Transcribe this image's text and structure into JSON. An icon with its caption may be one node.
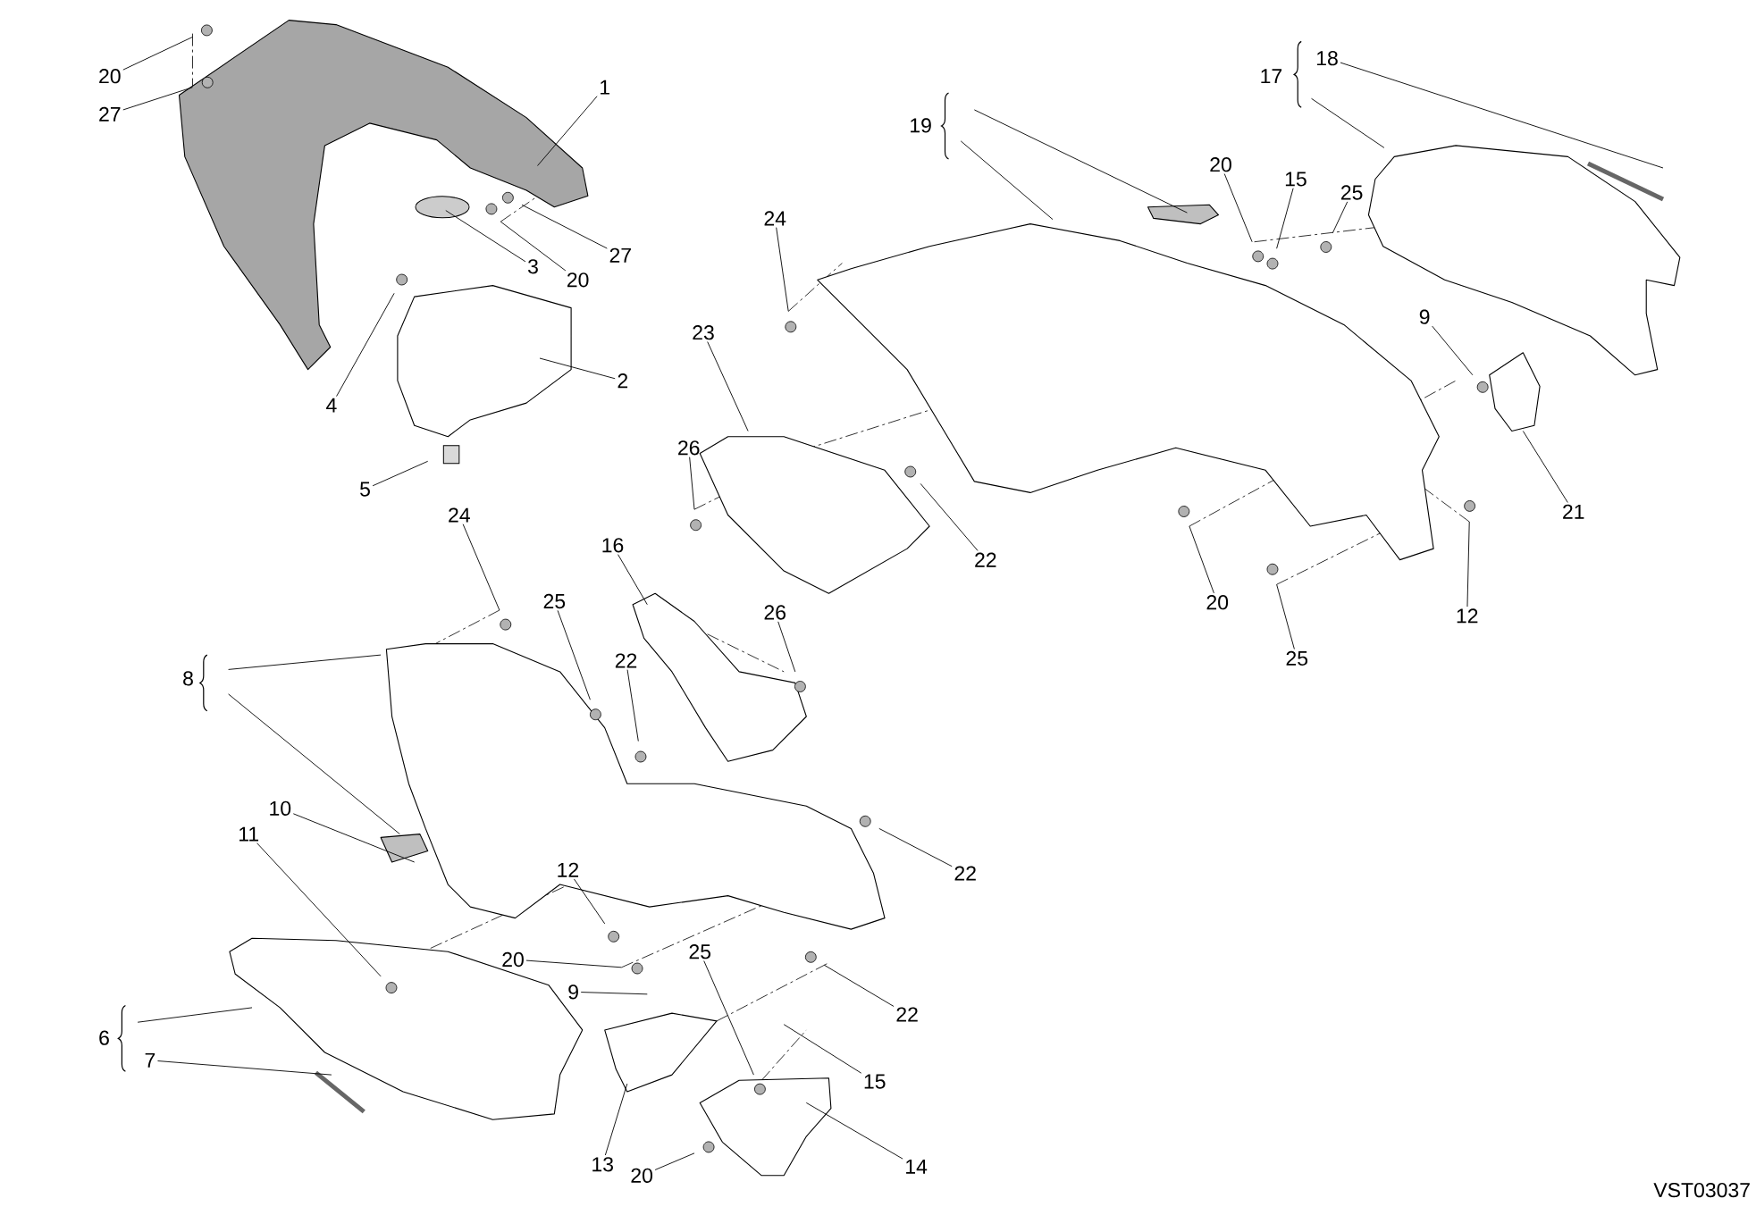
{
  "diagram": {
    "nodes": [
      {
        "text": [
          "20"
        ]
      },
      {
        "text": [
          "27"
        ]
      },
      {
        "text": [
          "1"
        ]
      },
      {
        "text": [
          "19"
        ]
      },
      {
        "text": [
          "17"
        ]
      },
      {
        "text": [
          "18"
        ]
      },
      {
        "text": [
          "20"
        ]
      },
      {
        "text": [
          "15"
        ]
      },
      {
        "text": [
          "25"
        ]
      },
      {
        "text": [
          "24"
        ]
      },
      {
        "text": [
          "27"
        ]
      },
      {
        "text": [
          "3"
        ]
      },
      {
        "text": [
          "20"
        ]
      },
      {
        "text": [
          "9"
        ]
      },
      {
        "text": [
          "23"
        ]
      },
      {
        "text": [
          "2"
        ]
      },
      {
        "text": [
          "4"
        ]
      },
      {
        "text": [
          "26"
        ]
      },
      {
        "text": [
          "5"
        ]
      },
      {
        "text": [
          "21"
        ]
      },
      {
        "text": [
          "22"
        ]
      },
      {
        "text": [
          "24"
        ]
      },
      {
        "text": [
          "16"
        ]
      },
      {
        "text": [
          "25"
        ]
      },
      {
        "text": [
          "20"
        ]
      },
      {
        "text": [
          "12"
        ]
      },
      {
        "text": [
          "26"
        ]
      },
      {
        "text": [
          "22"
        ]
      },
      {
        "text": [
          "25"
        ]
      },
      {
        "text": [
          "8"
        ]
      },
      {
        "text": [
          "10"
        ]
      },
      {
        "text": [
          "11"
        ]
      },
      {
        "text": [
          "12"
        ]
      },
      {
        "text": [
          "22"
        ]
      },
      {
        "text": [
          "20"
        ]
      },
      {
        "text": [
          "9"
        ]
      },
      {
        "text": [
          "25"
        ]
      },
      {
        "text": [
          "22"
        ]
      },
      {
        "text": [
          "6"
        ]
      },
      {
        "text": [
          "7"
        ]
      },
      {
        "text": [
          "15"
        ]
      },
      {
        "text": [
          "13"
        ]
      },
      {
        "text": [
          "20"
        ]
      },
      {
        "text": [
          "14"
        ]
      }
    ],
    "edges": [
      {
        "from": 0,
        "to": null,
        "arrow": "none"
      },
      {
        "from": 1,
        "to": null,
        "arrow": "none"
      },
      {
        "from": 2,
        "to": null,
        "arrow": "none"
      },
      {
        "from": 3,
        "to": null,
        "arrow": "none"
      },
      {
        "from": 3,
        "to": null,
        "arrow": "none"
      },
      {
        "from": 4,
        "to": null,
        "arrow": "none"
      },
      {
        "from": 5,
        "to": null,
        "arrow": "none"
      },
      {
        "from": 6,
        "to": null,
        "arrow": "none"
      },
      {
        "from": 7,
        "to": null,
        "arrow": "none"
      },
      {
        "from": 8,
        "to": null,
        "arrow": "none"
      },
      {
        "from": 9,
        "to": null,
        "arrow": "none"
      },
      {
        "from": 10,
        "to": null,
        "arrow": "none"
      },
      {
        "from": 11,
        "to": null,
        "arrow": "none"
      },
      {
        "from": 12,
        "to": null,
        "arrow": "none"
      },
      {
        "from": 13,
        "to": null,
        "arrow": "none"
      },
      {
        "from": 14,
        "to": null,
        "arrow": "none"
      },
      {
        "from": 15,
        "to": null,
        "arrow": "none"
      },
      {
        "from": 16,
        "to": null,
        "arrow": "none"
      },
      {
        "from": 17,
        "to": null,
        "arrow": "none"
      },
      {
        "from": 18,
        "to": null,
        "arrow": "none"
      },
      {
        "from": 19,
        "to": null,
        "arrow": "none"
      },
      {
        "from": 20,
        "to": null,
        "arrow": "none"
      },
      {
        "from": 21,
        "to": null,
        "arrow": "none"
      },
      {
        "from": 22,
        "to": null,
        "arrow": "none"
      },
      {
        "from": 23,
        "to": null,
        "arrow": "none"
      },
      {
        "from": 24,
        "to": null,
        "arrow": "none"
      },
      {
        "from": 25,
        "to": null,
        "arrow": "none"
      },
      {
        "from": 26,
        "to": null,
        "arrow": "none"
      },
      {
        "from": 27,
        "to": null,
        "arrow": "none"
      },
      {
        "from": 28,
        "to": null,
        "arrow": "none"
      },
      {
        "from": 29,
        "to": null,
        "arrow": "none"
      },
      {
        "from": 29,
        "to": null,
        "arrow": "none"
      },
      {
        "from": 30,
        "to": null,
        "arrow": "none"
      },
      {
        "from": 31,
        "to": null,
        "arrow": "none"
      },
      {
        "from": 32,
        "to": null,
        "arrow": "none"
      },
      {
        "from": 33,
        "to": null,
        "arrow": "none"
      },
      {
        "from": 34,
        "to": null,
        "arrow": "none"
      },
      {
        "from": 35,
        "to": null,
        "arrow": "none"
      },
      {
        "from": 36,
        "to": null,
        "arrow": "none"
      },
      {
        "from": 37,
        "to": null,
        "arrow": "none"
      },
      {
        "from": 38,
        "to": null,
        "arrow": "none"
      },
      {
        "from": 39,
        "to": null,
        "arrow": "none"
      },
      {
        "from": 40,
        "to": null,
        "arrow": "none"
      },
      {
        "from": 41,
        "to": null,
        "arrow": "none"
      },
      {
        "from": 42,
        "to": null,
        "arrow": "none"
      },
      {
        "from": 43,
        "to": null,
        "arrow": "none"
      }
    ],
    "labels": [
      "VST03037"
    ]
  }
}
